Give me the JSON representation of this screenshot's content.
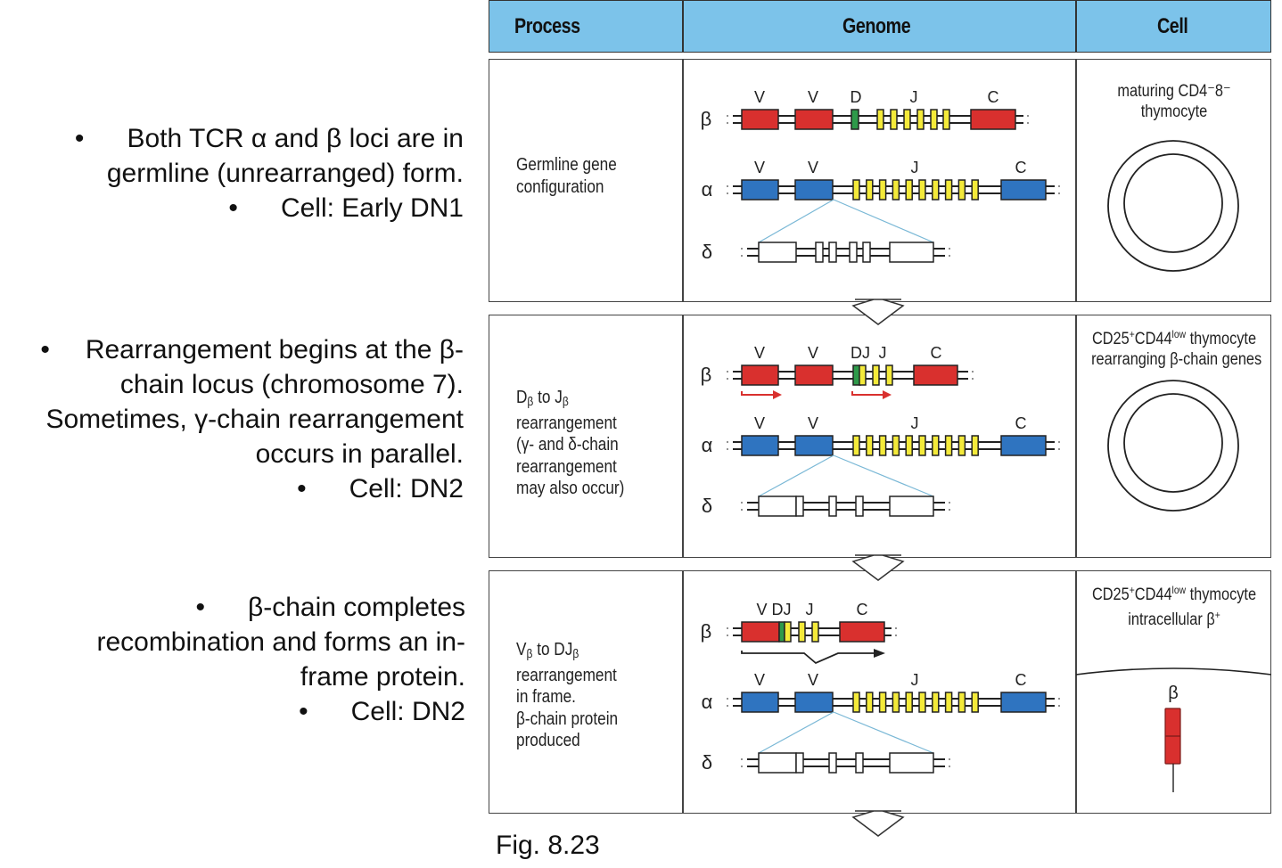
{
  "notes": [
    {
      "lines": [
        "Both TCR α and β loci are in",
        "germline (unrearranged) form.",
        "Cell: Early DN1"
      ],
      "bulleted_lines": [
        0,
        2
      ]
    },
    {
      "lines": [
        "Rearrangement begins at the β-",
        "chain locus (chromosome 7).",
        "Sometimes, γ-chain rearrangement",
        "occurs in parallel.",
        "Cell: DN2"
      ],
      "bulleted_lines": [
        0,
        4
      ]
    },
    {
      "lines": [
        "β-chain completes",
        "recombination and forms an in-",
        "frame protein.",
        "Cell: DN2"
      ],
      "bulleted_lines": [
        0,
        3
      ]
    }
  ],
  "header": {
    "process": "Process",
    "genome": "Genome",
    "cell": "Cell",
    "color": "#7cc3ea"
  },
  "colors": {
    "beta_v_c": "#d9302e",
    "alpha_v_c": "#2f74c0",
    "j": "#f4ea3a",
    "d": "#2e9a4a",
    "delta": "#ffffff",
    "zoom_line": "#7ab8d6"
  },
  "locus_labels": {
    "beta": "β",
    "alpha": "α",
    "delta": "δ"
  },
  "stages": [
    {
      "process_lines": [
        "Germline gene",
        "configuration"
      ],
      "beta_labels": [
        "V",
        "V",
        "D",
        "J",
        "C"
      ],
      "alpha_labels": [
        "V",
        "V",
        "J",
        "C"
      ],
      "cell_label_lines": [
        "maturing CD4⁻8⁻",
        "thymocyte"
      ]
    },
    {
      "process_lines": [
        "Dβ to Jβ",
        "rearrangement",
        "(γ- and δ-chain",
        "rearrangement",
        "may also occur)"
      ],
      "beta_labels": [
        "V",
        "V",
        "DJ",
        "J",
        "C"
      ],
      "alpha_labels": [
        "V",
        "V",
        "J",
        "C"
      ],
      "cell_label_lines": [
        "CD25⁺CD44^low thymocyte",
        "rearranging β-chain genes"
      ],
      "cell_label_parts": {
        "a": "CD25",
        "sup1": "+",
        "b": "CD44",
        "sup2": "low",
        "c": " thymocyte",
        "line2": "rearranging β-chain genes"
      }
    },
    {
      "process_lines": [
        "Vβ to DJβ",
        "rearrangement",
        "in frame.",
        "β-chain protein",
        "produced"
      ],
      "beta_labels": [
        "V DJ",
        "J",
        "C"
      ],
      "alpha_labels": [
        "V",
        "V",
        "J",
        "C"
      ],
      "cell_label_parts": {
        "a": "CD25",
        "sup1": "+",
        "b": "CD44",
        "sup2": "low",
        "c": " thymocyte",
        "line2a": "intracellular β",
        "line2sup": "+"
      },
      "protein_label": "β"
    }
  ],
  "figure_caption": "Fig. 8.23"
}
